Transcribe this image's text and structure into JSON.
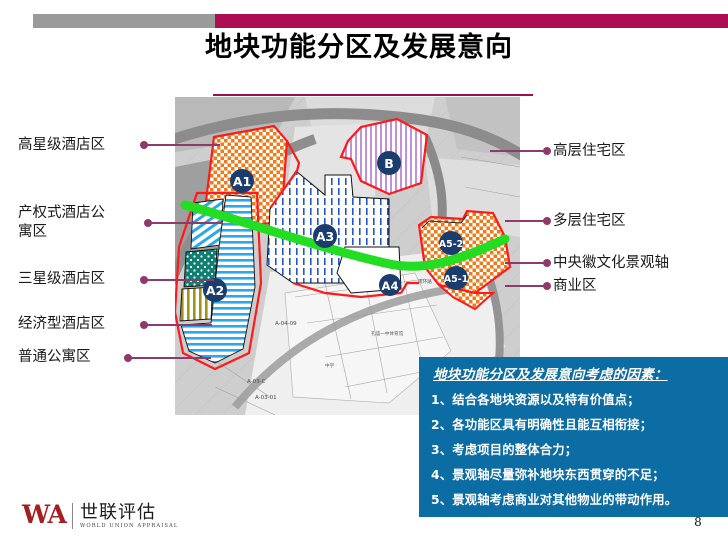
{
  "header": {
    "title": "地块功能分区及发展意向",
    "gray_bar_color": "#9a9a9a",
    "crimson_bar_color": "#ab0f52",
    "rule_color": "#9b1050"
  },
  "left_labels": [
    {
      "text": "高星级酒店区",
      "target": "A1"
    },
    {
      "text": "产权式酒店公\n寓区",
      "target": "A2-diagonal-blue"
    },
    {
      "text": "三星级酒店区",
      "target": "A2-teal-dot"
    },
    {
      "text": "经济型酒店区",
      "target": "A2-olive-stripe"
    },
    {
      "text": "普通公寓区",
      "target": "A2-horizontal-blue"
    }
  ],
  "right_labels": [
    {
      "text": "高层住宅区",
      "target": "B"
    },
    {
      "text": "多层住宅区",
      "target": "A3"
    },
    {
      "text": "中央徽文化景观轴",
      "target": "green-axis"
    },
    {
      "text": "商业区",
      "target": "A5-1"
    }
  ],
  "map": {
    "parcels": [
      {
        "id": "A1",
        "label": "A1",
        "fill": "orange-check"
      },
      {
        "id": "B",
        "label": "B",
        "fill": "violet-stripe"
      },
      {
        "id": "A2",
        "label": "A2",
        "fill": "mixed"
      },
      {
        "id": "A3",
        "label": "A3",
        "fill": "blue-dash"
      },
      {
        "id": "A4",
        "label": "A4",
        "fill": "white"
      },
      {
        "id": "A5-2",
        "label": "A5-2",
        "fill": "orange-check"
      },
      {
        "id": "A5-1",
        "label": "A5-1",
        "fill": "orange-check"
      }
    ],
    "cadastral_text": [
      "A-04-09",
      "A-03-C",
      "A-03-01"
    ],
    "axis_color": "#22dd22",
    "boundary_color": "#ff0000",
    "badge_color": "#1b3d6e"
  },
  "factor_box": {
    "title": "地块功能分区及发展意向考虑的因素：",
    "items": [
      "1、结合各地块资源以及特有价值点；",
      "2、各功能区具有明确性且能互相衔接；",
      "3、考虑项目的整体合力；",
      "4、景观轴尽量弥补地块东西贯穿的不足；",
      "5、景观轴考虑商业对其他物业的带动作用。"
    ],
    "bg_color": "#0c6ca4"
  },
  "logo": {
    "mark": "WA",
    "cn": "世联评估",
    "en": "WORLD UNION APPRAISAL",
    "mark_color": "#a41e22"
  },
  "page_number": "8"
}
